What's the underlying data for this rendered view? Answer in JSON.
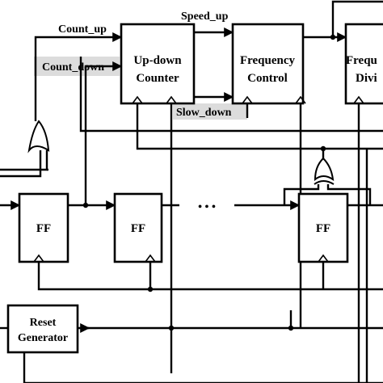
{
  "blocks": {
    "counter_line1": "Up-down",
    "counter_line2": "Counter",
    "freq_control_line1": "Frequency",
    "freq_control_line2": "Control",
    "freq_divider_line1": "Frequ",
    "freq_divider_line2": "Divi",
    "ff": "FF",
    "reset_line1": "Reset",
    "reset_line2": "Generator"
  },
  "signals": {
    "count_up": "Count_up",
    "count_down": "Count_down",
    "speed_up": "Speed_up",
    "slow_down": "Slow_down"
  },
  "ellipsis": "• • •"
}
